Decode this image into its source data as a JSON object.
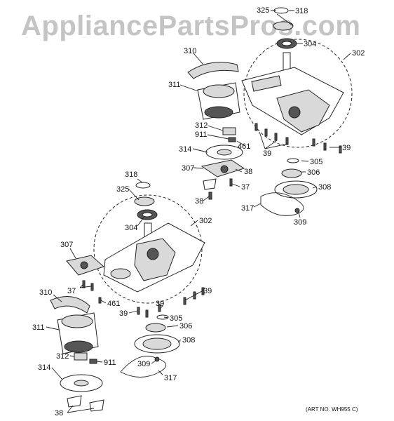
{
  "watermark": "AppliancePartsPros.com",
  "art_number": "(ART NO. WH955 C)",
  "callouts": {
    "upper": {
      "p325": "325",
      "p318": "318",
      "p304": "304",
      "p302": "302",
      "p310": "310",
      "p311": "311",
      "p312": "312",
      "p911": "911",
      "p461": "461",
      "p39a": "39",
      "p39b": "39",
      "p314": "314",
      "p307": "307",
      "p38a": "38",
      "p37": "37",
      "p38b": "38",
      "p305": "305",
      "p306": "306",
      "p308": "308",
      "p317": "317",
      "p309": "309"
    },
    "lower": {
      "p318": "318",
      "p325": "325",
      "p304": "304",
      "p302": "302",
      "p307": "307",
      "p37": "37",
      "p461": "461",
      "p310": "310",
      "p39a": "39",
      "p39b": "39",
      "p39c": "39",
      "p305": "305",
      "p306": "306",
      "p311": "311",
      "p308": "308",
      "p312": "312",
      "p911": "911",
      "p309": "309",
      "p314": "314",
      "p317": "317",
      "p38": "38"
    }
  }
}
